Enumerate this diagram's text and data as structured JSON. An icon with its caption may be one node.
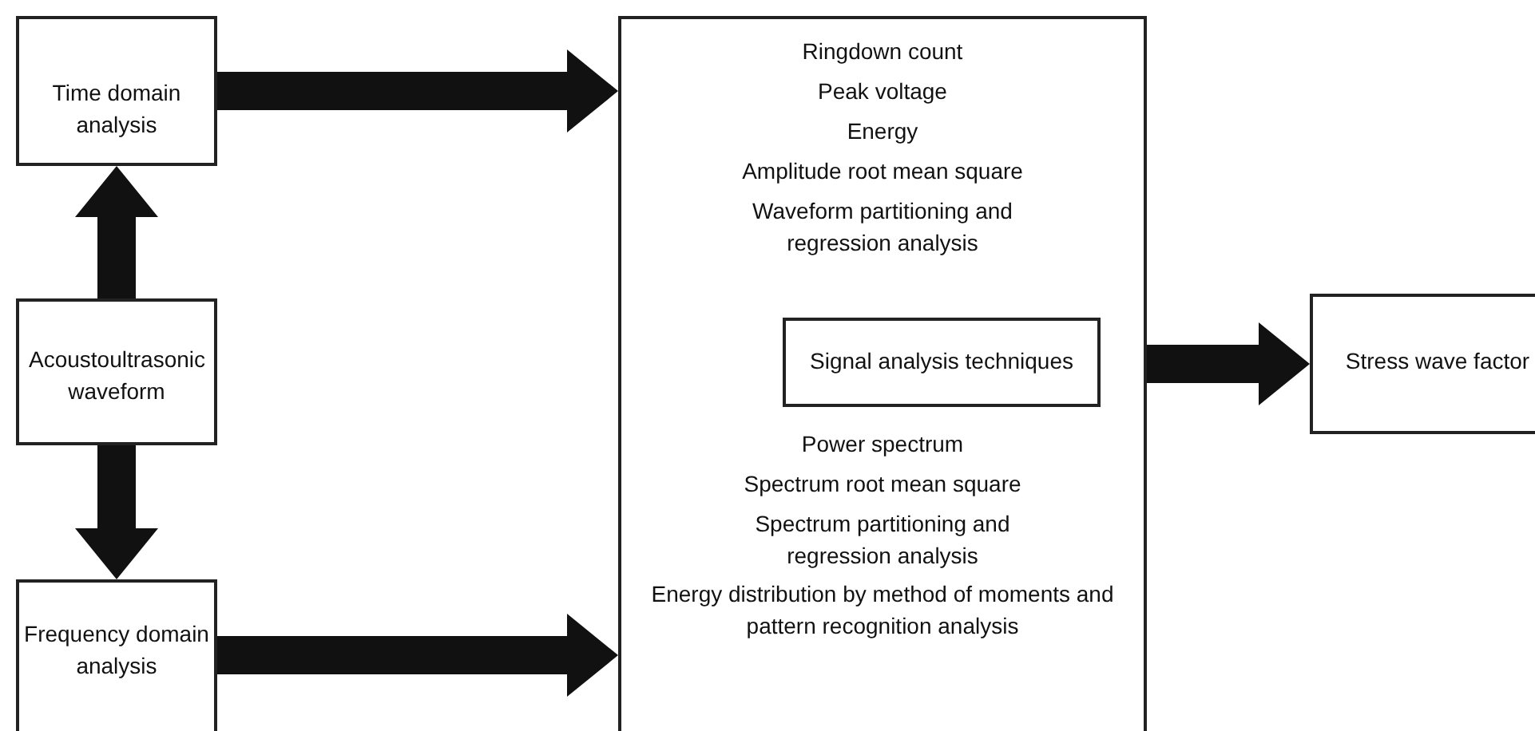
{
  "diagram": {
    "nodes": [
      {
        "text": [
          "Time domain analysis"
        ]
      },
      {
        "text": [
          "Acoustoultrasonic waveform"
        ]
      },
      {
        "text": [
          "Frequency domain analysis"
        ]
      },
      {
        "text": [
          "Ringdown count",
          "Peak voltage",
          "Energy",
          "Amplitude root mean square",
          "Waveform partitioning and regression analysis",
          "Power spectrum",
          "Spectrum root mean square",
          "Spectrum partitioning and regression analysis",
          "Energy distribution by method of moments and pattern recognition analysis"
        ]
      },
      {
        "text": [
          "Signal analysis techniques"
        ],
        "in": 3
      },
      {
        "text": [
          "Stress wave factor"
        ]
      }
    ],
    "edges": [
      {
        "from": 1,
        "to": 0,
        "arrow": "to"
      },
      {
        "from": 1,
        "to": 2,
        "arrow": "to"
      },
      {
        "from": 0,
        "to": 3,
        "arrow": "to"
      },
      {
        "from": 2,
        "to": 3,
        "arrow": "to"
      },
      {
        "from": 3,
        "to": 5,
        "arrow": "to"
      }
    ]
  }
}
